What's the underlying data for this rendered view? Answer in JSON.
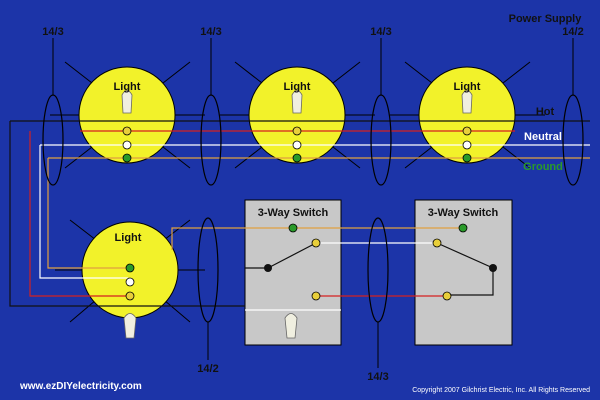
{
  "diagram": {
    "colors": {
      "background": "#1c34a8",
      "light_fill": "#f2f22a",
      "box_fill": "#c8c8c8",
      "hot_wire": "#111111",
      "red_wire": "#d42020",
      "neutral_wire": "#ffffff",
      "traveler_wire": "#e0a040",
      "ground_label": "#2a9a2a",
      "neutral_label": "#ffffff"
    },
    "labels": {
      "cable_top_1": "14/3",
      "cable_top_2": "14/3",
      "cable_top_3": "14/3",
      "power_supply": "Power Supply",
      "cable_supply": "14/2",
      "hot": "Hot",
      "neutral": "Neutral",
      "ground": "Ground",
      "cable_bottom_left": "14/2",
      "cable_bottom_mid": "14/3",
      "site": "www.ezDIYelectricity.com",
      "copyright": "Copyright 2007 Gilchrist Electric, Inc. All Rights Reserved"
    },
    "lights": [
      {
        "label": "Light"
      },
      {
        "label": "Light"
      },
      {
        "label": "Light"
      },
      {
        "label": "Light"
      }
    ],
    "switches": [
      {
        "label": "3-Way Switch"
      },
      {
        "label": "3-Way Switch"
      }
    ]
  }
}
